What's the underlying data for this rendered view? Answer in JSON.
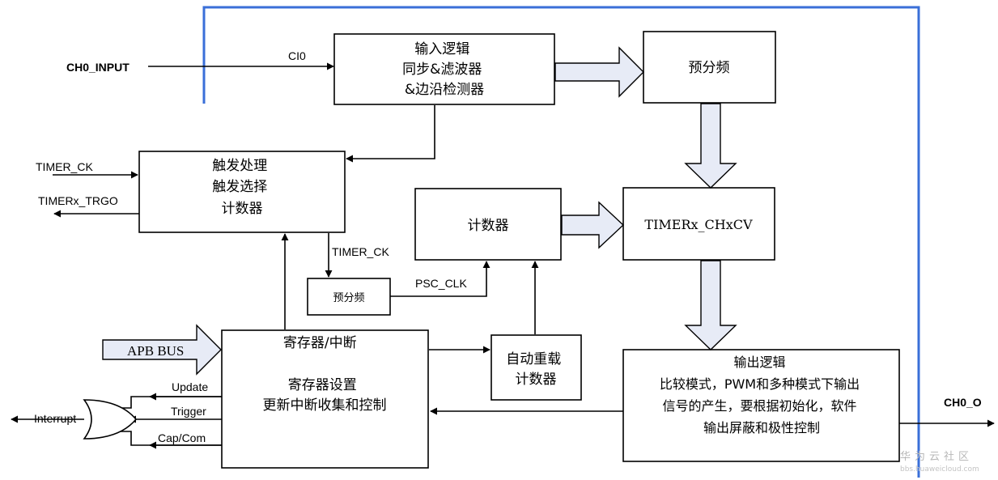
{
  "colors": {
    "outline_blue": "#3a6fd8",
    "block_arrow_fill": "#e7ebf6",
    "line": "#000000"
  },
  "blocks": {
    "input_logic": {
      "lines": [
        "输入逻辑",
        "同步&滤波器",
        "&边沿检测器"
      ]
    },
    "prescaler_top": {
      "lines": [
        "预分频"
      ]
    },
    "trigger": {
      "lines": [
        "触发处理",
        "触发选择",
        "计数器"
      ]
    },
    "counter": {
      "lines": [
        "计数器"
      ]
    },
    "chxcv": {
      "lines": [
        "TIMERx_CHxCV"
      ]
    },
    "prescaler_small": {
      "lines": [
        "预分频"
      ]
    },
    "register": {
      "title": "寄存器/中断",
      "lines": [
        "寄存器设置",
        "更新中断收集和控制"
      ]
    },
    "autoreload": {
      "lines": [
        "自动重载",
        "计数器"
      ]
    },
    "output_logic": {
      "lines": [
        "输出逻辑",
        "比较模式，PWM和多种模式下输出",
        "信号的产生，要根据初始化，软件",
        "输出屏蔽和极性控制"
      ]
    }
  },
  "signals": {
    "ch0_input": "CH0_INPUT",
    "ci0": "CI0",
    "timer_ck_in": "TIMER_CK",
    "timerx_trgo": "TIMERx_TRGO",
    "timer_ck_mid": "TIMER_CK",
    "psc_clk": "PSC_CLK",
    "apb_bus": "APB BUS",
    "update": "Update",
    "trigger": "Trigger",
    "cap_com": "Cap/Com",
    "interrupt": "Interrupt",
    "ch0_o": "CH0_O"
  },
  "watermark": {
    "line1": "华为云社区",
    "line2": "bbs.huaweicloud.com"
  }
}
